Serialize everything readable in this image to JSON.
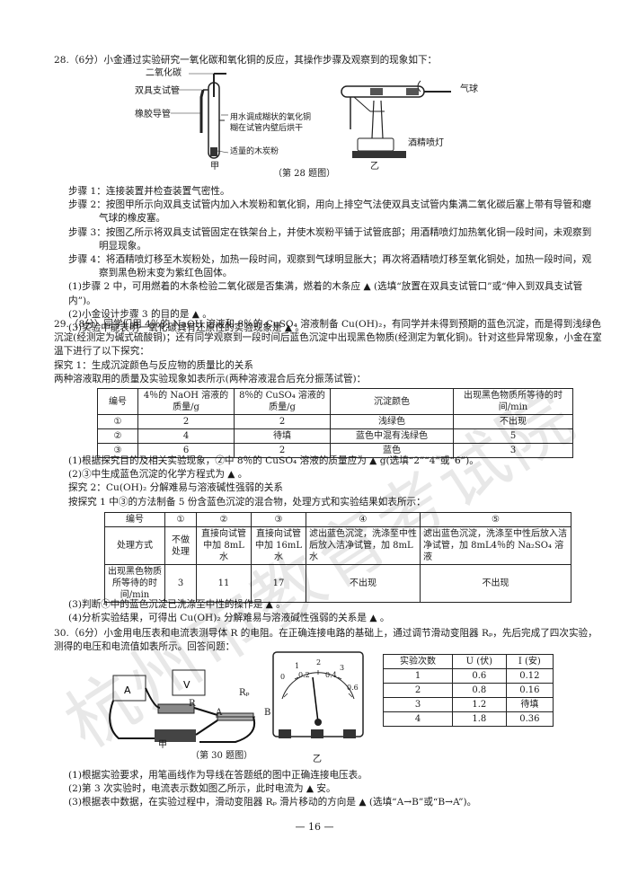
{
  "q28": {
    "title": "28.（6分）小金通过实验研究一氧化碳和氧化铜的反应，其操作步骤及观察到的现象如下：",
    "fig_labels": {
      "co2": "二氧化碳",
      "tube": "双具支试管",
      "rubber": "橡胶导管",
      "cuo": "用水调成糊状的氧化铜",
      "cuo2": "糊在试管内壁后烘干",
      "carbon": "适量的木炭粉",
      "balloon": "气球",
      "lamp": "酒精喷灯",
      "jia": "甲",
      "yi": "乙"
    },
    "caption": "（第 28 题图）",
    "steps": [
      "步骤 1：连接装置并检查装置气密性。",
      "步骤 2：按图甲所示向双具支试管内加入木炭粉和氧化铜，用向上排空气法使双具支试管内集满二氧化碳后塞上带有导管和瘪气球的橡皮塞。",
      "步骤 3：按图乙所示将双具支试管固定在铁架台上，并使木炭粉平铺于试管底部；用酒精喷灯加热氧化铜一段时间，未观察到明显现象。",
      "步骤 4：将酒精喷灯移至木炭粉处，加热一段时间，观察到气球明显胀大；再次将酒精喷灯移至氧化铜处，加热一段时间，观察到黑色粉末变为紫红色固体。"
    ],
    "questions": [
      "(1)步骤 2 中，可用燃着的木条检验二氧化碳是否集满，燃着的木条应 ▲ (选填“放置在双具支试管口”或“伸入到双具支试管内”)。",
      "(2)小金设计步骤 3 的目的是 ▲ 。",
      "(3)实验中能表明一氧化碳具有还原性的实验现象是 ▲ 。"
    ]
  },
  "q29": {
    "intro": "29.（8分）同学们用 4％的 NaOH 溶液和 8％的 CuSO₄ 溶液制备 Cu(OH)₂，有同学并未得到预期的蓝色沉淀，而是得到浅绿色沉淀(经测定为碱式硫酸铜)；还有同学观察到一段时间后蓝色沉淀中出现黑色物质(经测定为氧化铜)。针对这些异常现象，小金在室温下进行了以下探究：",
    "explore1": "探究 1：生成沉淀颜色与反应物的质量比的关系",
    "explore1_desc": "两种溶液取用的质量及实验现象如表所示(两种溶液混合后充分振荡试管)：",
    "table1": {
      "headers": [
        "编号",
        "4％的 NaOH 溶液的质量/g",
        "8％的 CuSO₄ 溶液的质量/g",
        "沉淀颜色",
        "出现黑色物质所等待的时间/min"
      ],
      "rows": [
        [
          "①",
          "2",
          "2",
          "浅绿色",
          "不出现"
        ],
        [
          "②",
          "4",
          "待填",
          "蓝色中混有浅绿色",
          "5"
        ],
        [
          "③",
          "6",
          "2",
          "蓝色",
          "3"
        ]
      ]
    },
    "q1": "(1)根据探究目的及相关实验现象，②中 8％的 CuSO₄ 溶液的质量应为 ▲ g(选填“2”“4”或“6”)。",
    "q2": "(2)③中生成蓝色沉淀的化学方程式为 ▲ 。",
    "explore2": "探究 2：Cu(OH)₂ 分解难易与溶液碱性强弱的关系",
    "explore2_desc": "按探究 1 中③的方法制备 5 份含蓝色沉淀的混合物，处理方式和实验结果如表所示：",
    "table2": {
      "header": [
        "编号",
        "①",
        "②",
        "③",
        "④",
        "⑤"
      ],
      "row_method_label": "处理方式",
      "methods": [
        "不做处理",
        "直接向试管中加 8mL 水",
        "直接向试管中加 16mL 水",
        "滤出蓝色沉淀，洗涤至中性后放入洁净试管，加 8mL 水",
        "滤出蓝色沉淀，洗涤至中性后放入洁净试管，加 8mL4％的 Na₂SO₄ 溶液"
      ],
      "row_time_label": "出现黑色物质所等待的时间/min",
      "times": [
        "3",
        "11",
        "17",
        "不出现",
        "不出现"
      ]
    },
    "q3": "(3)判断④中的蓝色沉淀已洗涤至中性的操作是 ▲ 。",
    "q4": "(4)分析实验结果，可得出 Cu(OH)₂ 分解难易与溶液碱性强弱的关系是 ▲ 。"
  },
  "q30": {
    "intro": "30.（6分）小金用电压表和电流表测导体 R 的电阻。在正确连接电路的基础上，通过调节滑动变阻器 Rₚ，先后完成了四次实验，测得的电压和电流值如表所示。回答问题：",
    "fig_labels": {
      "jia": "甲",
      "yi": "乙",
      "R": "R",
      "Rp": "Rₚ",
      "A": "A",
      "B": "B"
    },
    "caption": "（第 30 题图）",
    "meter_ticks": [
      "0",
      "0.2",
      "0.4",
      "0.6",
      "1",
      "2",
      "3"
    ],
    "table": {
      "headers": [
        "实验次数",
        "U (伏)",
        "I (安)"
      ],
      "rows": [
        [
          "1",
          "0.6",
          "0.12"
        ],
        [
          "2",
          "0.8",
          "0.16"
        ],
        [
          "3",
          "1.2",
          "待填"
        ],
        [
          "4",
          "1.8",
          "0.36"
        ]
      ]
    },
    "questions": [
      "(1)根据实验要求，用笔画线作为导线在答题纸的图中正确连接电压表。",
      "(2)第 3 次实验时，电流表示数如图乙所示，此时电流为 ▲ 安。",
      "(3)根据表中数据，在实验过程中，滑动变阻器 Rₚ 滑片移动的方向是 ▲ (选填“A→B”或“B→A”)。"
    ]
  },
  "watermark": "杭州市教育考试院",
  "page_number": "— 16 —"
}
